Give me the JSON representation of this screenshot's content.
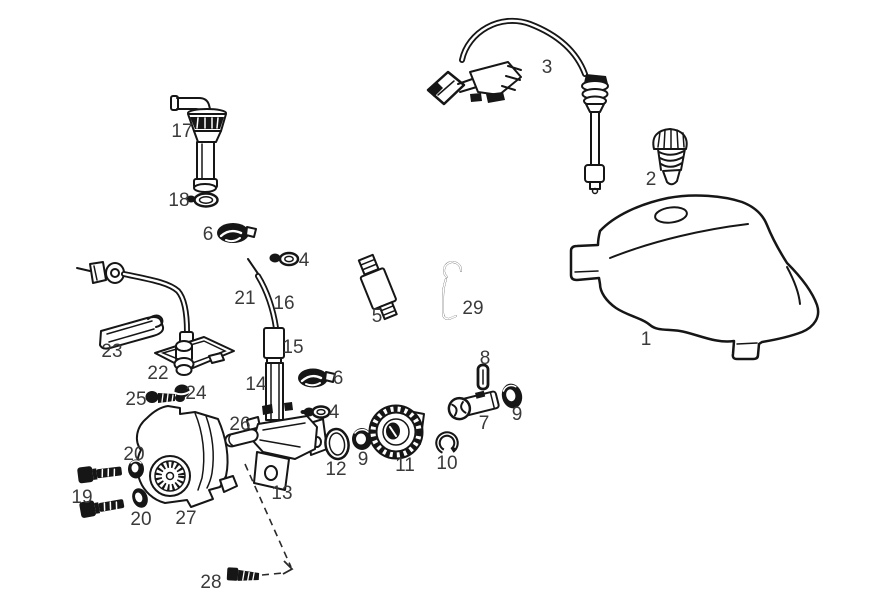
{
  "diagram": {
    "kind": "exploded-parts-diagram",
    "subject": "oil-tank-and-oil-pump-assembly",
    "background_color": "#ffffff",
    "line_color": "#161616",
    "label_color": "#3a3a3a",
    "callouts": [
      "3",
      "2",
      "1",
      "17",
      "18",
      "6",
      "4",
      "21",
      "16",
      "23",
      "15",
      "22",
      "14",
      "6",
      "25",
      "24",
      "4",
      "8",
      "29",
      "5",
      "26",
      "7",
      "9",
      "20",
      "12",
      "9",
      "11",
      "10",
      "19",
      "13",
      "20",
      "27",
      "28"
    ]
  }
}
